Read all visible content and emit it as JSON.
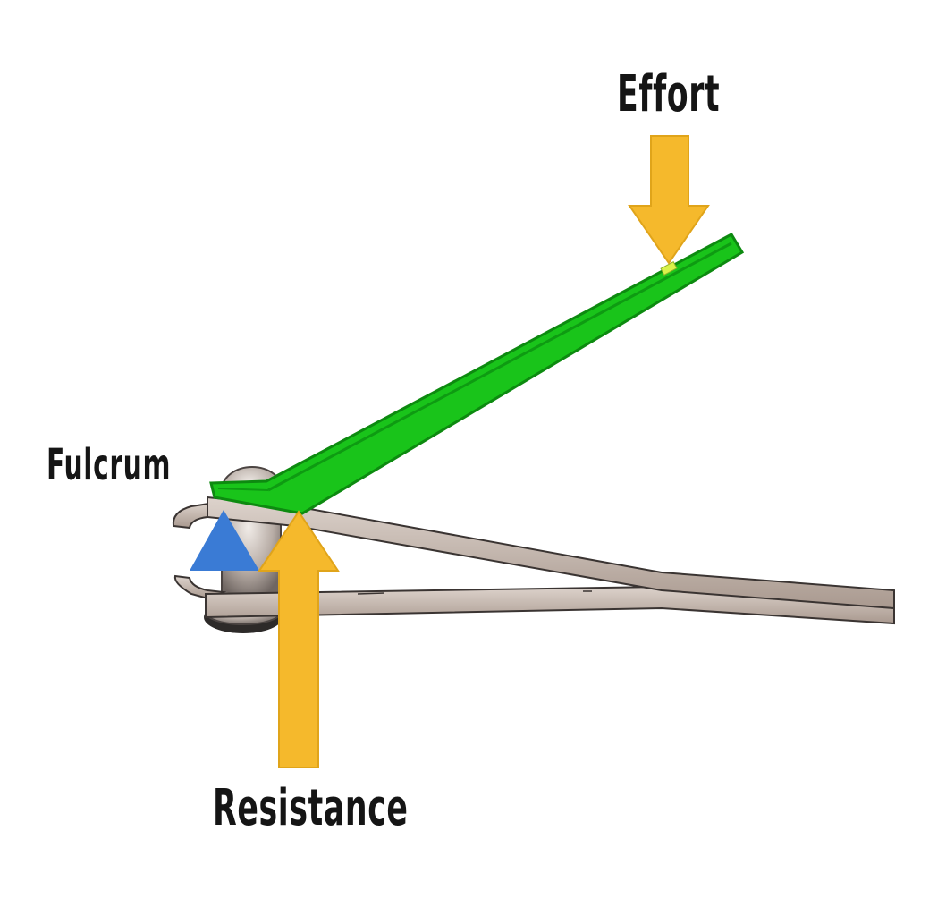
{
  "labels": {
    "effort": "Effort",
    "fulcrum": "Fulcrum",
    "resistance": "Resistance"
  },
  "colors": {
    "lever_green": "#19c41a",
    "lever_green_dark": "#0d8a10",
    "force_arrow": "#f5b92c",
    "fulcrum_triangle": "#3a7bd5",
    "clipper_body": "#c9bdb4",
    "clipper_outline": "#3a3432",
    "background": "#ffffff"
  }
}
